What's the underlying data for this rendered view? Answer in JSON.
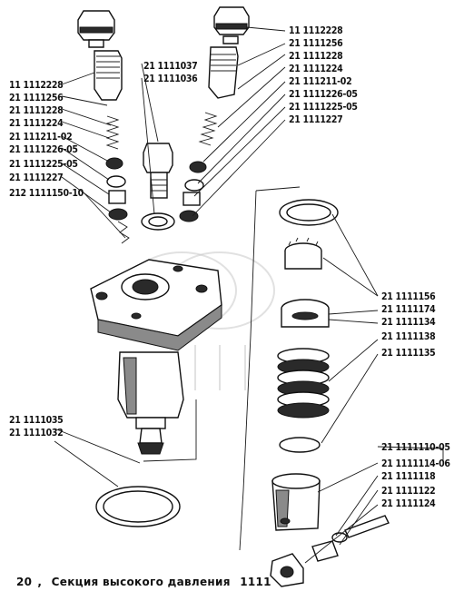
{
  "figure": {
    "number": "20",
    "title": "Секция высокого давления",
    "code": "1111"
  },
  "callouts": {
    "top_right": [
      "11 1112228",
      "21 1111256",
      "21 1111228",
      "21 1111224",
      "21 111211-02",
      "21 1111226-05",
      "21 1111225-05",
      "21 1111227"
    ],
    "top_center": [
      "21 1111037",
      "21 1111036"
    ],
    "left": [
      "11 1112228",
      "21 1111256",
      "21 1111228",
      "21 1111224",
      "21 111211-02",
      "21 1111226-05",
      "21 1111225-05",
      "21 1111227",
      "212 1111150-10"
    ],
    "right_group": [
      "21 1111156",
      "21 1111174",
      "21 1111134",
      "21 1111138",
      "21 1111135"
    ],
    "bottom_left": [
      "21 1111035",
      "21 1111032"
    ],
    "bottom_right": [
      "21 1111110-05",
      "21 1111114-06",
      "21 1111118",
      "21 1111122",
      "21 1111124"
    ]
  }
}
